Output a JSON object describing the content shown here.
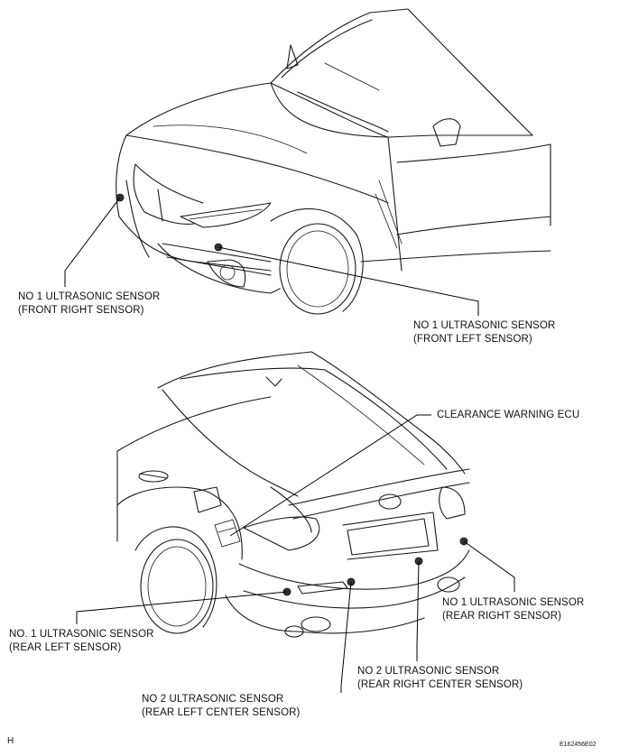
{
  "labels": {
    "front_right": [
      "NO  1 ULTRASONIC SENSOR",
      "(FRONT RIGHT SENSOR)"
    ],
    "front_left": [
      "NO  1 ULTRASONIC SENSOR",
      "(FRONT LEFT SENSOR)"
    ],
    "clearance_ecu": "CLEARANCE WARNING ECU",
    "rear_right": [
      "NO  1 ULTRASONIC SENSOR",
      "(REAR RIGHT SENSOR)"
    ],
    "rear_left": [
      "NO. 1 ULTRASONIC SENSOR",
      "(REAR LEFT SENSOR)"
    ],
    "rear_right_center": [
      "NO  2 ULTRASONIC SENSOR",
      "(REAR RIGHT CENTER SENSOR)"
    ],
    "rear_left_center": [
      "NO  2 ULTRASONIC SENSOR",
      "(REAR LEFT CENTER SENSOR)"
    ]
  },
  "corner_letter": "H",
  "figure_code": "E162456E02"
}
